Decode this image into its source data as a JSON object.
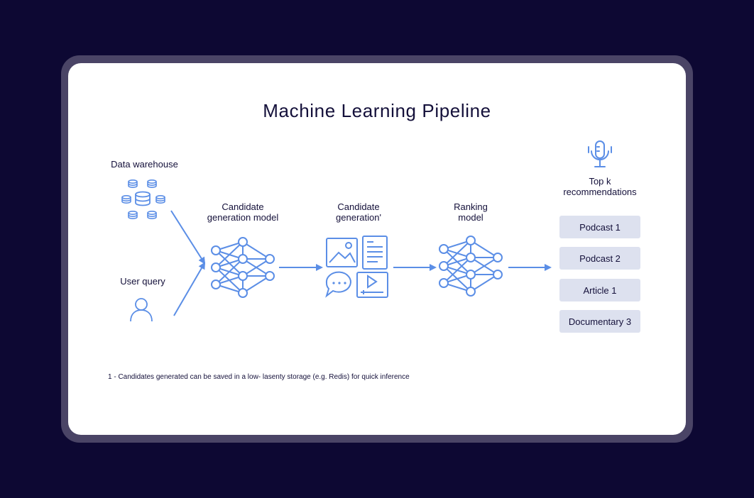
{
  "title": "Machine Learning Pipeline",
  "inputs": {
    "data_warehouse": "Data warehouse",
    "user_query": "User query"
  },
  "stages": {
    "candidate_model": [
      "Candidate",
      "generation model"
    ],
    "candidate_generation": [
      "Candidate",
      "generation'"
    ],
    "ranking_model": [
      "Ranking",
      "model"
    ]
  },
  "output": {
    "label": [
      "Top k",
      "recommendations"
    ],
    "items": [
      "Podcast 1",
      "Podcast 2",
      "Article 1",
      "Documentary 3"
    ]
  },
  "footnote": "1 - Candidates generated can be saved in a low- lasenty storage (e.g. Redis) for quick inference",
  "colors": {
    "background": "#0d0833",
    "frame": "#4a4466",
    "card": "#ffffff",
    "accent": "#5b8ee6",
    "text": "#14103a",
    "item_fill": "#dde1ef"
  },
  "icons": [
    "database-icon",
    "user-icon",
    "neural-network-icon",
    "content-types-icon",
    "microphone-icon"
  ]
}
